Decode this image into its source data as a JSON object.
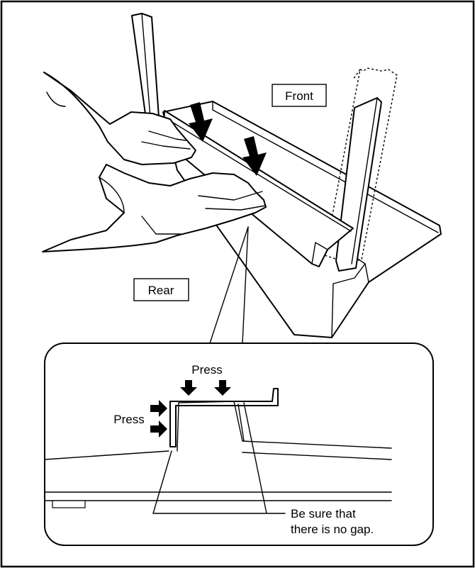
{
  "labels": {
    "front": "Front",
    "rear": "Rear",
    "press_top": "Press",
    "press_side": "Press",
    "gap_note_line1": "Be sure that",
    "gap_note_line2": "there is no gap."
  },
  "colors": {
    "line": "#000000",
    "background": "#ffffff"
  }
}
